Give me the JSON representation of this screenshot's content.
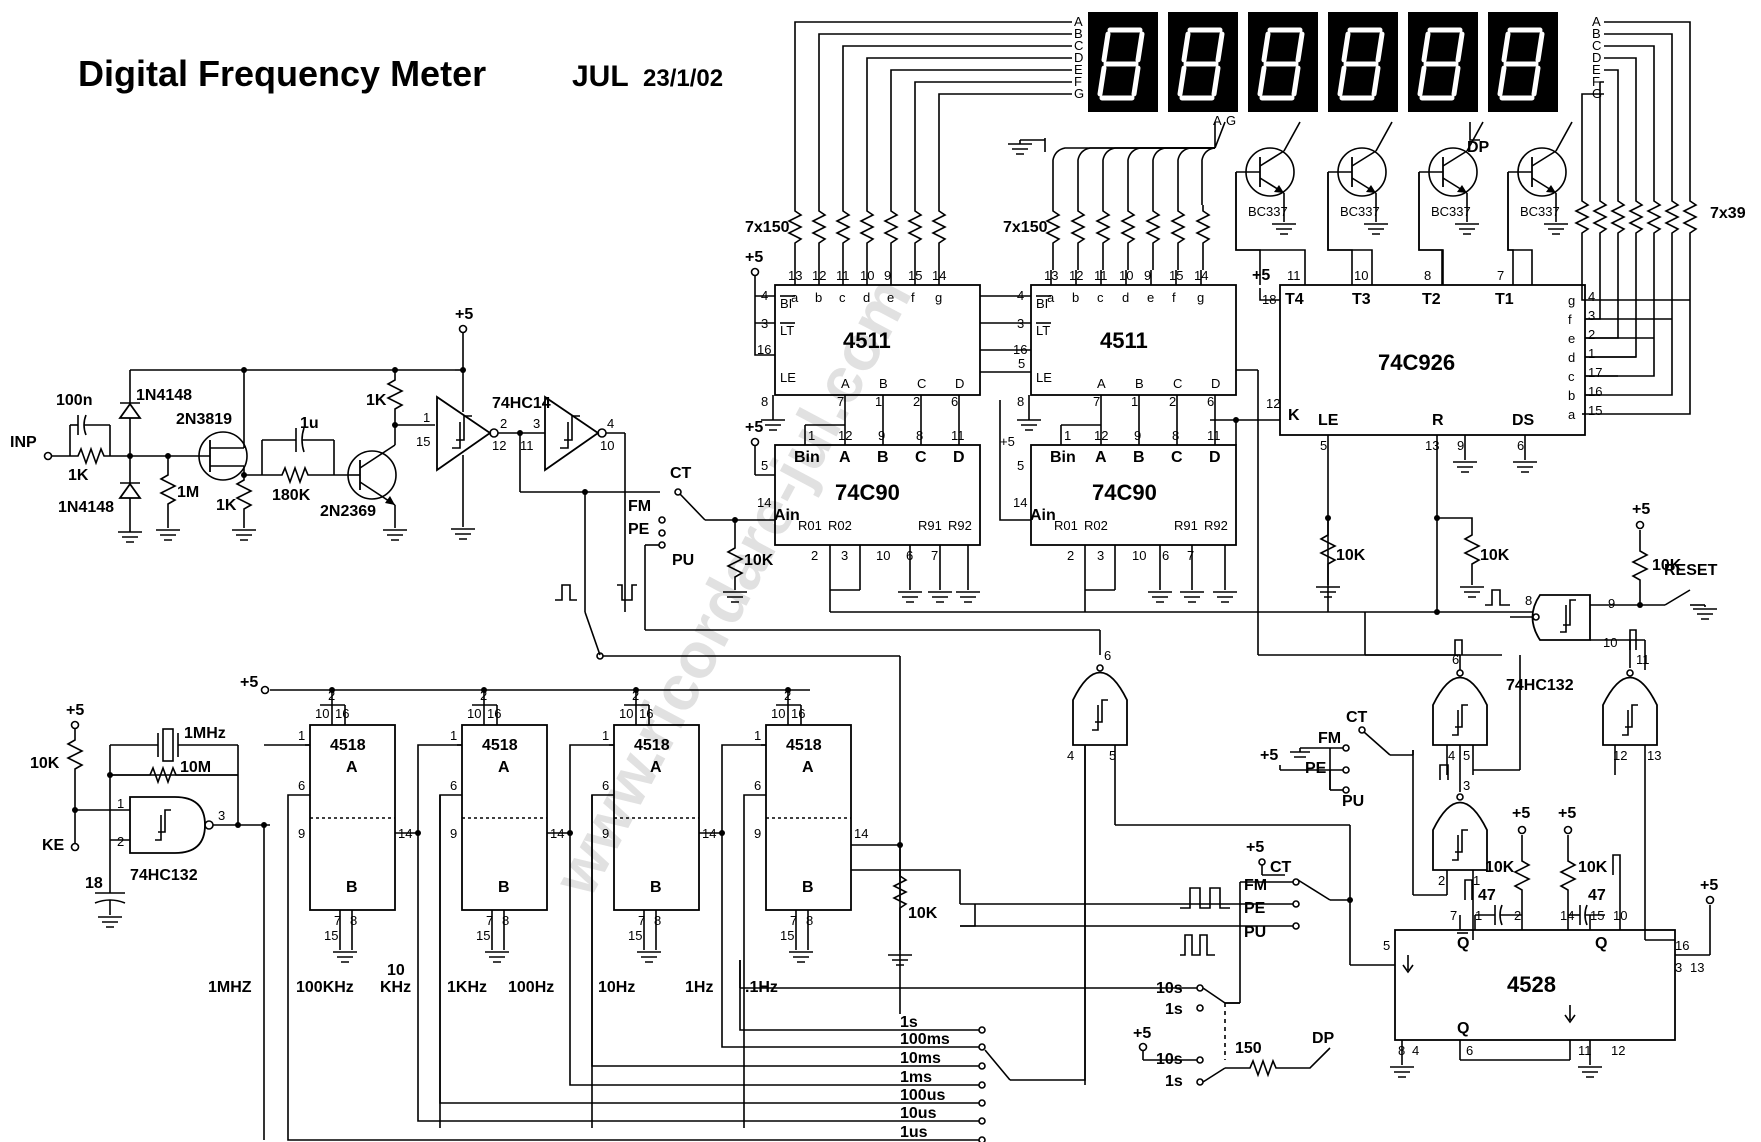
{
  "title": "Digital Frequency Meter",
  "author": "JUL",
  "date": "23/1/02",
  "watermark": "www.ricordare-jul.com",
  "chips": {
    "dec1": "4511",
    "dec2": "4511",
    "cnt1": "74C90",
    "cnt2": "74C90",
    "driver": "74C926",
    "div": "4518",
    "mono": "4528",
    "schmitt": "74HC14",
    "nand": "74HC132",
    "nand2": "74HC132"
  },
  "transistors": [
    "BC337",
    "BC337",
    "BC337",
    "BC337"
  ],
  "input": {
    "inp": "INP",
    "cap": "100n",
    "r1": "1K",
    "d1": "1N4148",
    "d2": "1N4148",
    "fet": "2N3819",
    "rg": "1M",
    "rs": "1K",
    "c1u": "1u",
    "r180": "180K",
    "bjt": "2N2369",
    "rc": "1K",
    "plus5": "+5"
  },
  "osc": {
    "xtal": "1MHz",
    "r10m": "10M",
    "r10k": "10K",
    "ke": "KE",
    "c18": "18",
    "plus5": "+5"
  },
  "res_arrays": {
    "a": "7x150",
    "b": "7x150",
    "c": "7x39"
  },
  "seg_letters": [
    "A",
    "B",
    "C",
    "D",
    "E",
    "F",
    "G"
  ],
  "dec_pins_top": [
    "a",
    "b",
    "c",
    "d",
    "e",
    "f",
    "g"
  ],
  "dec_pin_nums": [
    "13",
    "12",
    "11",
    "10",
    "9",
    "15",
    "14"
  ],
  "labels": {
    "dp": "DP",
    "reset": "RESET",
    "ct": "CT",
    "fm": "FM",
    "pe": "PE",
    "pu": "PU",
    "r10k": "10K",
    "r150": "150",
    "plus5": "+5",
    "seg_g": "G",
    "seg_a": "A"
  },
  "freq_labels": [
    "1MHZ",
    "100KHz",
    "10",
    "KHz",
    "1KHz",
    "100Hz",
    "10Hz",
    "1Hz",
    ".1Hz"
  ],
  "gates": [
    "1s",
    "100ms",
    "10ms",
    "1ms",
    "100us",
    "10us",
    "1us"
  ],
  "dp_switch": [
    "10s",
    "1s"
  ],
  "gate_switch": [
    "10s",
    "1s"
  ],
  "driver_pins": [
    "T4",
    "T3",
    "T2",
    "T1",
    "K",
    "LE",
    "R",
    "DS",
    "g",
    "f",
    "e",
    "d",
    "c",
    "b",
    "a"
  ],
  "driver_nums": [
    "11",
    "10",
    "8",
    "7",
    "4",
    "3",
    "2",
    "1",
    "17",
    "16",
    "15",
    "12",
    "5",
    "13",
    "9",
    "6",
    "18"
  ],
  "counter_pins": [
    "Bin",
    "A",
    "B",
    "C",
    "D",
    "Ain",
    "R01",
    "R02",
    "R91",
    "R92"
  ],
  "decoder_pins": [
    "BI",
    "LT",
    "LE",
    "A",
    "B",
    "C",
    "D"
  ],
  "div_pins": [
    "A",
    "B"
  ],
  "mono_pins": [
    "Q",
    "Q"
  ],
  "caps47": [
    "47",
    "47"
  ]
}
